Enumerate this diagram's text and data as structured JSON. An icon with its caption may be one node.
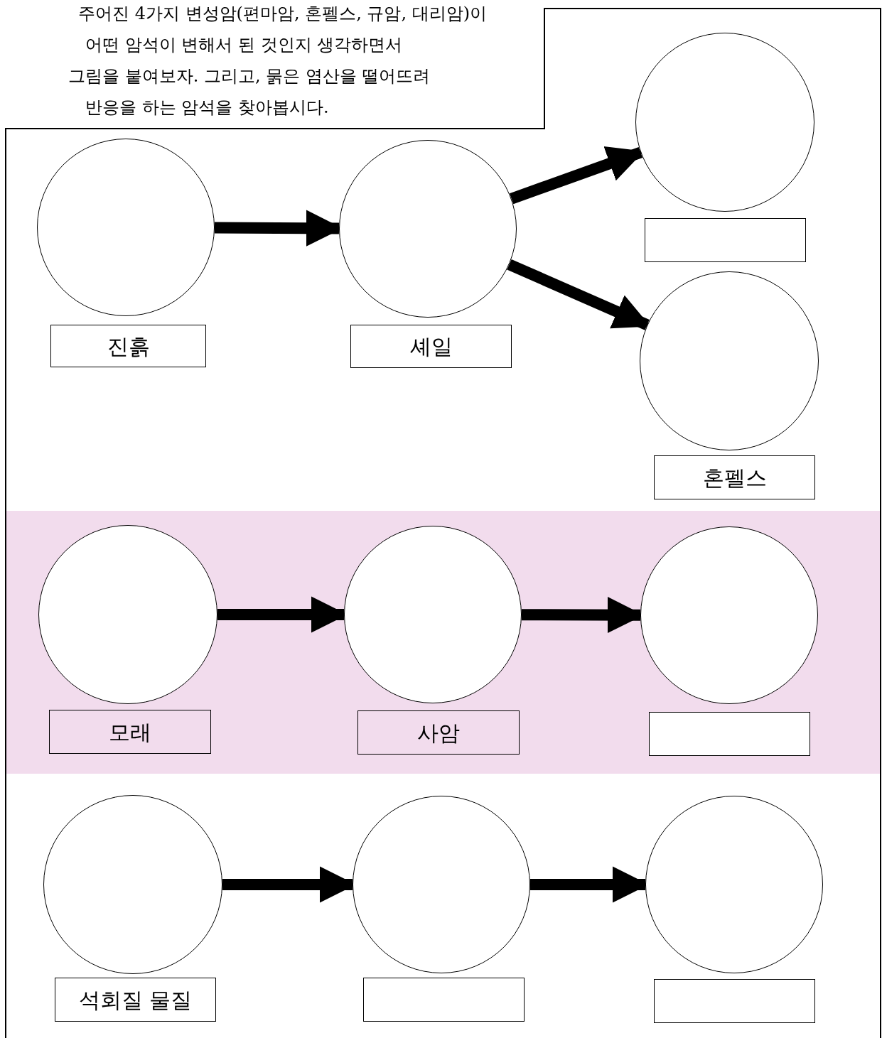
{
  "diagram": {
    "nodes": [
      {
        "text": [],
        "shape": "circle"
      },
      {
        "text": [
          "진흙"
        ]
      },
      {
        "text": [],
        "shape": "circle"
      },
      {
        "text": [
          "셰일"
        ]
      },
      {
        "text": [],
        "shape": "circle"
      },
      {
        "text": [],
        "shape": "box"
      },
      {
        "text": [],
        "shape": "circle"
      },
      {
        "text": [
          "혼펠스"
        ]
      },
      {
        "text": [],
        "shape": "circle"
      },
      {
        "text": [
          "모래"
        ]
      },
      {
        "text": [],
        "shape": "circle"
      },
      {
        "text": [
          "사암"
        ]
      },
      {
        "text": [],
        "shape": "circle"
      },
      {
        "text": [],
        "shape": "box"
      },
      {
        "text": [],
        "shape": "circle"
      },
      {
        "text": [
          "석회질 물질"
        ]
      },
      {
        "text": [],
        "shape": "circle"
      },
      {
        "text": [],
        "shape": "box"
      },
      {
        "text": [],
        "shape": "circle"
      },
      {
        "text": [],
        "shape": "box"
      }
    ],
    "edges": [
      {
        "from": 0,
        "to": 2,
        "arrow": "to"
      },
      {
        "from": 2,
        "to": 4,
        "arrow": "to"
      },
      {
        "from": 2,
        "to": 6,
        "arrow": "to"
      },
      {
        "from": 8,
        "to": 10,
        "arrow": "to"
      },
      {
        "from": 10,
        "to": 12,
        "arrow": "to"
      },
      {
        "from": 14,
        "to": 16,
        "arrow": "to"
      },
      {
        "from": 16,
        "to": 18,
        "arrow": "to"
      }
    ],
    "labels": [
      "주어진 4가지 변성암(편마암, 혼펠스, 규암, 대리암)이",
      "어떤 암석이 변해서 된 것인지 생각하면서",
      "그림을 붙여보자. 그리고, 묽은 염산을 떨어뜨려",
      "반응을 하는 암석을 찾아봅시다."
    ]
  }
}
